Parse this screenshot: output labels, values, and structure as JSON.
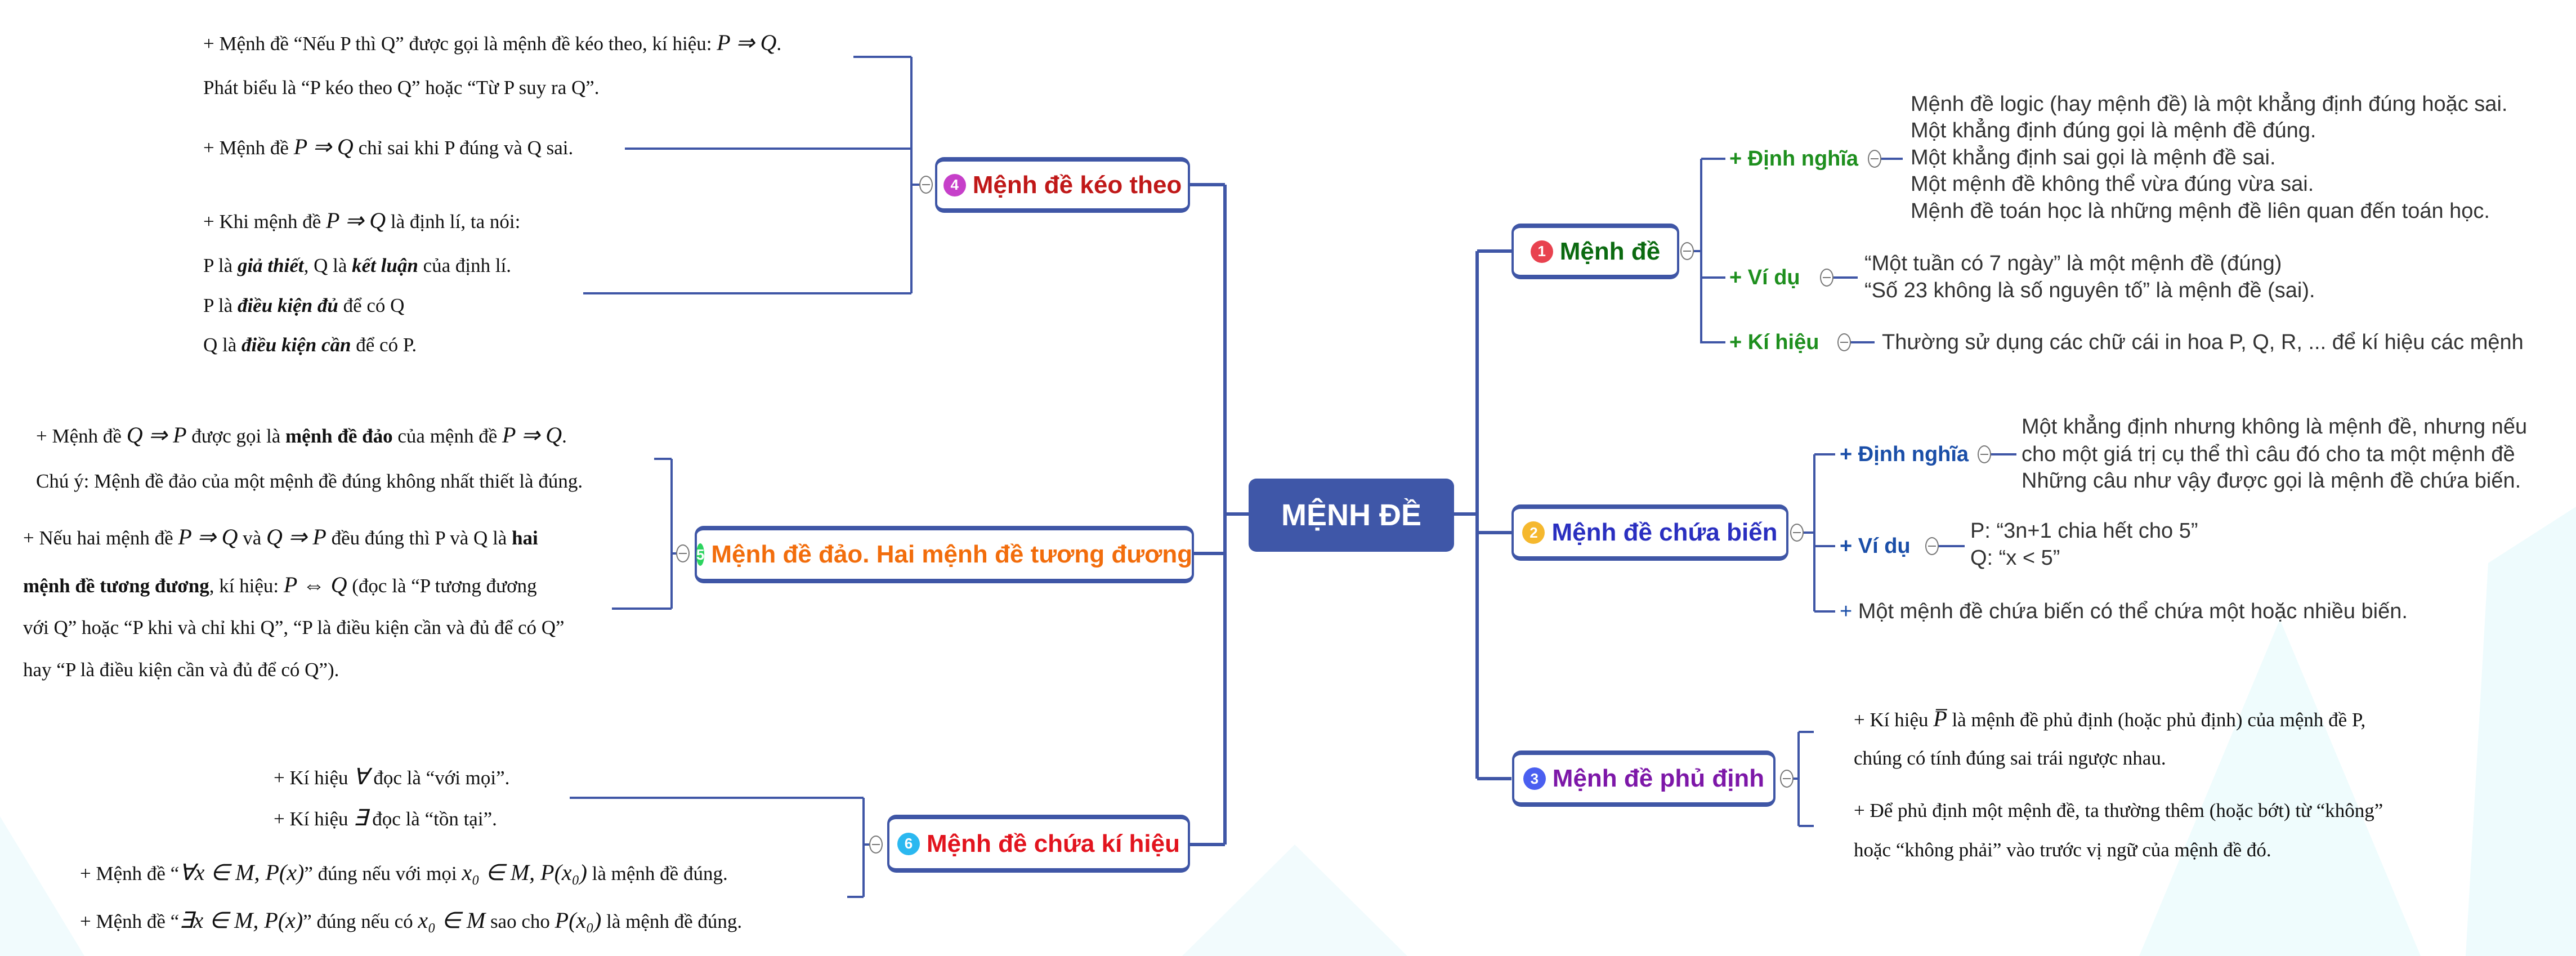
{
  "colors": {
    "line": "#3f56a6",
    "central_fill": "#3f57a8",
    "text": "#333333"
  },
  "central": {
    "label": "MỆNH ĐỀ"
  },
  "node1": {
    "badge": "1",
    "badge_color": "#e8424f",
    "label": "Mệnh đề",
    "color": "#0b6a10",
    "sub_color": "#1e8f1e",
    "definition": {
      "label": "+ Định nghĩa",
      "lines": [
        "Mệnh đề logic (hay mệnh đề) là một khẳng định đúng hoặc sai.",
        "Một khẳng định đúng gọi là mệnh đề đúng.",
        "Một khẳng định sai gọi là mệnh đề sai.",
        "Một mệnh đề không thể vừa đúng vừa sai.",
        "Mệnh đề toán học là những mệnh đề liên quan đến toán học."
      ]
    },
    "example": {
      "label": "+ Ví dụ",
      "lines": [
        "“Một tuần có 7 ngày” là một mệnh đề (đúng)",
        "“Số 23 không là số nguyên tố” là mệnh đề (sai)."
      ]
    },
    "notation": {
      "label": "+ Kí hiệu",
      "text": "Thường sử dụng các chữ cái in hoa P, Q, R, ... để kí hiệu các mệnh"
    }
  },
  "node2": {
    "badge": "2",
    "badge_color": "#f5b82e",
    "label": "Mệnh đề chứa biến",
    "color": "#2a2fc0",
    "sub_color": "#1a4ea8",
    "definition": {
      "label": "+ Định nghĩa",
      "lines": [
        "Một khẳng định nhưng không là mệnh đề, nhưng nếu",
        "cho một giá trị cụ thể thì câu đó cho ta một mệnh đề",
        "Những câu như vậy được gọi là mệnh đề chứa biến."
      ]
    },
    "example": {
      "label": "+ Ví dụ",
      "lines": [
        "P: “3n+1 chia hết cho 5”",
        "Q: “x < 5”"
      ]
    },
    "note": {
      "plus": "+",
      "text": "Một mệnh đề chứa biến có thể chứa một hoặc nhiều biến."
    }
  },
  "node3": {
    "badge": "3",
    "badge_color": "#4a5ff0",
    "label": "Mệnh đề phủ định",
    "color": "#7d17a8",
    "lines": [
      [
        {
          "t": "+ Kí hiệu "
        },
        {
          "t": "P̅",
          "m": 1
        },
        {
          "t": " là mệnh đề phủ định (hoặc phủ định) của mệnh đề P,"
        }
      ],
      [
        {
          "t": "chúng có tính đúng sai trái ngược nhau."
        }
      ],
      [
        {
          "t": "+ Để phủ định một mệnh đề, ta thường thêm (hoặc bớt) từ “không”"
        }
      ],
      [
        {
          "t": "hoặc “không phải” vào trước vị ngữ của mệnh đề đó."
        }
      ]
    ]
  },
  "node4": {
    "badge": "4",
    "badge_color": "#c63fc9",
    "label": "Mệnh đề kéo theo",
    "color": "#c01818",
    "lines": [
      [
        {
          "t": "+ Mệnh đề “Nếu P thì Q” được gọi là mệnh đề kéo theo, kí hiệu: "
        },
        {
          "t": "P ⇒ Q",
          "m": 1
        },
        {
          "t": "."
        }
      ],
      [
        {
          "t": "Phát biểu là “P kéo theo Q” hoặc “Từ P suy ra Q”."
        }
      ],
      [
        {
          "t": "+ Mệnh đề "
        },
        {
          "t": "P ⇒ Q",
          "m": 1
        },
        {
          "t": " chỉ sai khi P đúng và Q sai."
        }
      ],
      [
        {
          "t": "+ Khi mệnh đề "
        },
        {
          "t": "P ⇒ Q",
          "m": 1
        },
        {
          "t": " là định lí, ta nói:"
        }
      ],
      [
        {
          "t": "P là "
        },
        {
          "t": "giả thiết",
          "b": 1,
          "i": 1
        },
        {
          "t": ", Q là "
        },
        {
          "t": "kết luận",
          "b": 1,
          "i": 1
        },
        {
          "t": " của định lí."
        }
      ],
      [
        {
          "t": "P là "
        },
        {
          "t": "điều kiện đủ",
          "b": 1,
          "i": 1
        },
        {
          "t": " để có Q"
        }
      ],
      [
        {
          "t": "Q là "
        },
        {
          "t": "điều kiện cần",
          "b": 1,
          "i": 1
        },
        {
          "t": " để có P."
        }
      ]
    ]
  },
  "node5": {
    "badge": "5",
    "badge_color": "#2bd45e",
    "label": "Mệnh đề đảo. Hai mệnh đề tương đương",
    "color": "#f26d0c",
    "lines": [
      [
        {
          "t": "+ Mệnh đề "
        },
        {
          "t": "Q ⇒ P",
          "m": 1
        },
        {
          "t": " được gọi là "
        },
        {
          "t": "mệnh đề đảo",
          "b": 1
        },
        {
          "t": " của mệnh đề "
        },
        {
          "t": "P ⇒ Q",
          "m": 1
        },
        {
          "t": "."
        }
      ],
      [
        {
          "t": "Chú ý: Mệnh đề đảo của một mệnh đề đúng không nhất thiết là đúng."
        }
      ],
      [
        {
          "t": "+ Nếu hai mệnh đề "
        },
        {
          "t": "P ⇒ Q",
          "m": 1
        },
        {
          "t": " và "
        },
        {
          "t": "Q ⇒ P",
          "m": 1
        },
        {
          "t": " đều đúng thì P và Q là "
        },
        {
          "t": "hai",
          "b": 1
        }
      ],
      [
        {
          "t": "mệnh đề tương đương",
          "b": 1
        },
        {
          "t": ", kí hiệu: "
        },
        {
          "t": "P ⇔ Q",
          "m": 1
        },
        {
          "t": " (đọc là “P tương đương"
        }
      ],
      [
        {
          "t": "với Q” hoặc “P khi và chỉ khi Q”, “P là điều kiện cần và đủ để có Q”"
        }
      ],
      [
        {
          "t": " hay “P là điều kiện cần và đủ để có Q”)."
        }
      ]
    ]
  },
  "node6": {
    "badge": "6",
    "badge_color": "#2bb8f0",
    "label": "Mệnh đề chứa kí hiệu",
    "color": "#e2141e",
    "lines": [
      [
        {
          "t": "+ Kí hiệu "
        },
        {
          "t": "∀",
          "m": 1
        },
        {
          "t": " đọc là “với mọi”."
        }
      ],
      [
        {
          "t": "+ Kí hiệu "
        },
        {
          "t": "∃",
          "m": 1
        },
        {
          "t": " đọc là “tồn tại”."
        }
      ],
      [
        {
          "t": "+ Mệnh đề “"
        },
        {
          "t": "∀x ∈ M, P(x)",
          "m": 1
        },
        {
          "t": "” đúng nếu với mọi "
        },
        {
          "t": "x₀ ∈ M, P(x₀)",
          "m": 1
        },
        {
          "t": " là mệnh đề đúng."
        }
      ],
      [
        {
          "t": "+ Mệnh đề “"
        },
        {
          "t": "∃x ∈ M, P(x)",
          "m": 1
        },
        {
          "t": "” đúng nếu có "
        },
        {
          "t": "x₀ ∈ M",
          "m": 1
        },
        {
          "t": " sao cho "
        },
        {
          "t": "P(x₀)",
          "m": 1
        },
        {
          "t": " là mệnh đề đúng."
        }
      ]
    ]
  }
}
